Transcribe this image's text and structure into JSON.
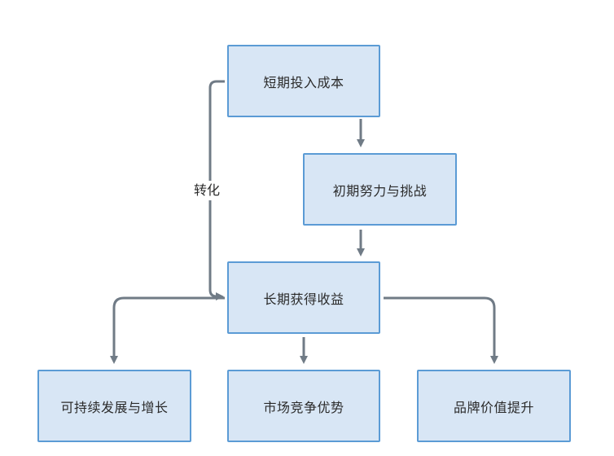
{
  "nodes": {
    "short_term_cost": "短期投入成本",
    "initial_effort": "初期努力与挑战",
    "long_term_gain": "长期获得收益",
    "sustainable_growth": "可持续发展与增长",
    "market_competitiveness": "市场竞争优势",
    "brand_value": "品牌价值提升"
  },
  "edges": {
    "transform_label": "转化"
  },
  "colors": {
    "node_fill": "#d8e6f5",
    "node_border": "#5b9bd5",
    "connector": "#707b86"
  }
}
